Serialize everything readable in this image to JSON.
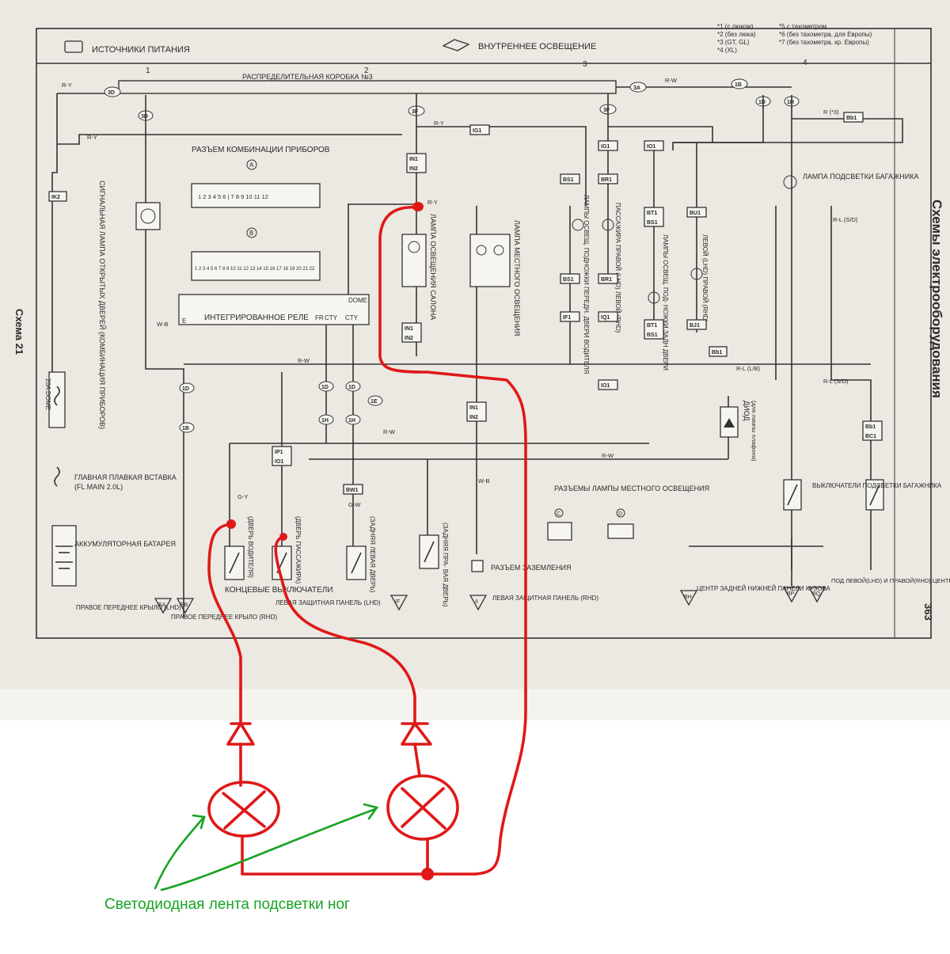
{
  "colors": {
    "paper": "#ece9e2",
    "ink": "#333333",
    "annotation_red": "#e01818",
    "annotation_green": "#17a324"
  },
  "header": {
    "power_sources": "ИСТОЧНИКИ ПИТАНИЯ",
    "interior_lighting": "ВНУТРЕННЕЕ ОСВЕЩЕНИЕ",
    "notes": [
      "*1 (с люком)",
      "*2 (без люка)",
      "*3 (GT, GL)",
      "*4 (XL)",
      "*5 с тахометром",
      "*6 (без тахометра, для Европы)",
      "*7 (без тахометра, кр. Европы)"
    ],
    "columns": [
      "1",
      "2",
      "3",
      "4"
    ]
  },
  "junction_box": "РАСПРЕДЕЛИТЕЛЬНАЯ КОРОБКА №3",
  "side_title": "Схемы электрооборудования",
  "scheme_label": "Схема 21",
  "page_number": "363",
  "instrument_connector": {
    "title": "РАЗЪЕМ КОМБИНАЦИИ ПРИБОРОВ",
    "a": "A",
    "b": "B",
    "pins_a": "1 2 3 4 5 6 | 7 8 9 10 11 12",
    "pins_b": "1 2 3 4 5 6 7 8 9 10 11 12 13 14 15 16 17 18 19 20 21 22"
  },
  "door_lamp": "СИГНАЛЬНАЯ ЛАМПА ОТКРЫТЫХ ДВЕРЕЙ (КОМБИНАЦИЯ ПРИБОРОВ)",
  "relay": {
    "label": "ИНТЕГРИРОВАННОЕ РЕЛЕ",
    "dome": "DOME",
    "e": "E",
    "fr": "FR",
    "cty1": "CTY",
    "cty2": "CTY"
  },
  "fuse": {
    "name": "ГЛАВНАЯ ПЛАВКАЯ ВСТАВКА",
    "spec": "(FL MAIN 2.0L)",
    "dome": "20A DOME"
  },
  "battery": "АККУМУЛЯТОРНАЯ БАТАРЕЯ",
  "lamps": {
    "cabin": "ЛАМПА ОСВЕЩЕНИЯ САЛОНА",
    "local": "ЛАМПА МЕСТНОГО ОСВЕЩЕНИЯ",
    "driver_foot": "ЛАМПЫ ОСВЕЩ. ПОДНОЖКИ ПЕРЕДН. ДВЕРИ ВОДИТЕЛЯ",
    "passenger_foot": "ПАССАЖИРА ПРАВОЙ (LHD) ЛЕВОЙ (RHD)",
    "rear_foot": "ЛАМПЫ ОСВЕЩ. ПОД- НОЖКИ ЗАДН ДВЕРИ",
    "rear_side": "ЛЕВОЙ (LHD) ПРАВОЙ (RHD)",
    "trunk": "ЛАМПА ПОДСВЕТКИ БАГАЖНИКА"
  },
  "diode": {
    "label": "ДИОД",
    "sub": "(для лампы плафона)"
  },
  "switches": {
    "driver": "(ДВЕРЬ ВОДИТЕЛЯ)",
    "passenger": "(ДВЕРЬ ПАССАЖИРА)",
    "rear_left": "(ЗАДНЯЯ ЛЕВАЯ ДВЕРЬ)",
    "rear_right": "(ЗАДНЯЯ ПРА- ВАЯ ДВЕРЬ)",
    "group": "КОНЦЕВЫЕ ВЫКЛЮЧАТЕЛИ",
    "trunk": "ВЫКЛЮЧАТЕЛИ ПОДСВЕТКИ БАГАЖНИКА"
  },
  "local_connectors": {
    "title": "РАЗЪЕМЫ ЛАМПЫ МЕСТНОГО ОСВЕЩЕНИЯ",
    "c": "C",
    "d": "D"
  },
  "ground_connector": "РАЗЪЕМ ЗАЗЕМЛЕНИЯ",
  "grounds": {
    "front_right_lhd": "ПРАВОЕ ПЕРЕДНЕЕ КРЫЛО (LHD)",
    "front_right_rhd": "ПРАВОЕ ПЕРЕДНЕЕ КРЫЛО (RHD)",
    "left_kick_lhd": "ЛЕВАЯ ЗАЩИТНАЯ ПАНЕЛЬ (LHD)",
    "left_kick_rhd": "ЛЕВАЯ ЗАЩИТНАЯ ПАНЕЛЬ (RHD)",
    "lower_back": "ЦЕНТР ЗАДНЕЙ НИЖНЕЙ ПАНЕЛИ КУЗОВА",
    "pillars": "ПОД ЛЕВОЙ(LHD) И ПРАВОЙ(RHD) ЦЕНТРАЛЬНЫМИ СТОЙКАМИ",
    "codes": [
      "EA",
      "EB",
      "IF",
      "II",
      "BH",
      "BP",
      "BQ"
    ]
  },
  "connectors": [
    "3D",
    "3E",
    "3F",
    "IG1",
    "IK2",
    "IN1",
    "IN2",
    "BS1",
    "BR1",
    "BT1",
    "BU1",
    "IO1",
    "IF1",
    "IQ1",
    "BJ1",
    "Bb1",
    "BC1",
    "IP1",
    "BW1",
    "1D",
    "1E",
    "1H",
    "1B"
  ],
  "wire_colors": [
    "R-Y",
    "R-W",
    "R-L",
    "W-B",
    "G-Y",
    "G-W",
    "R-L (L/B)",
    "R-L (S/D)",
    "R (*3)"
  ],
  "annotation": {
    "caption": "Светодиодная лента подсветки ног"
  }
}
